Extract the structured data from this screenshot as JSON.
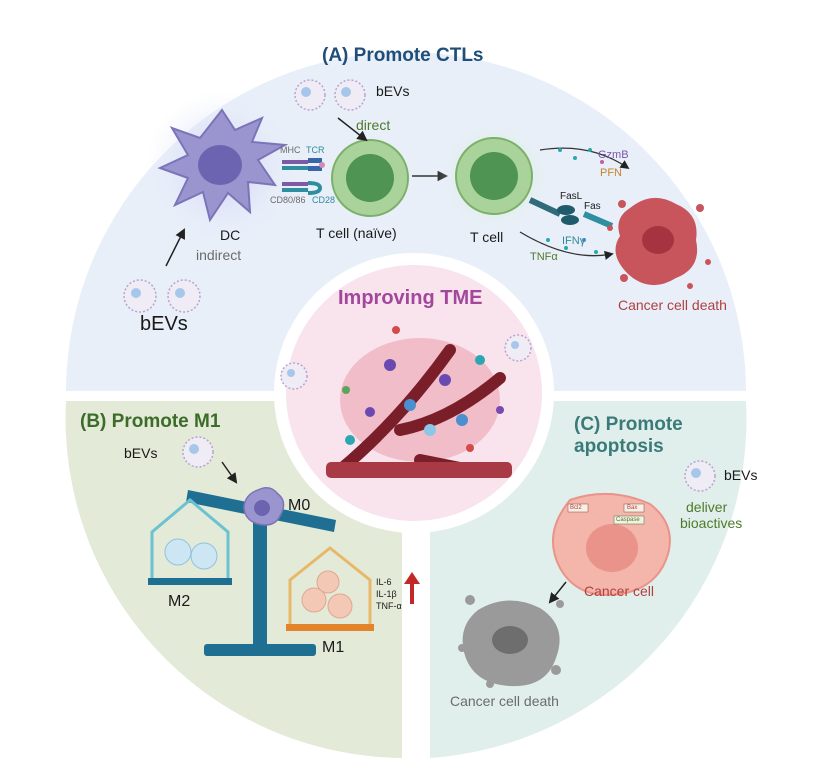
{
  "panel_a": {
    "title": "(A) Promote CTLs",
    "bevs_top": "bEVs",
    "direct": "direct",
    "dc": "DC",
    "indirect": "indirect",
    "bevs_left": "bEVs",
    "mhc": "MHC",
    "tcr": "TCR",
    "cd80_86": "CD80/86",
    "cd28": "CD28",
    "t_cell_naive": "T cell (naïve)",
    "t_cell": "T cell",
    "gzmb": "GzmB",
    "pfn": "PFN",
    "fasl": "FasL",
    "fas": "Fas",
    "ifng": "IFNγ",
    "tnfa": "TNFα",
    "cancer_cell_death": "Cancer cell death"
  },
  "center": {
    "title": "Improving TME"
  },
  "panel_b": {
    "title": "(B) Promote M1",
    "bevs": "bEVs",
    "m0": "M0",
    "m2": "M2",
    "m1": "M1",
    "il6": "IL-6",
    "il1b": "IL-1β",
    "tnfa": "TNF-α"
  },
  "panel_c": {
    "title": "(C) Promote apoptosis",
    "bevs": "bEVs",
    "deliver": "deliver",
    "bioactives": "bioactives",
    "bcl2": "Bcl2",
    "bax": "Bax",
    "caspase": "Caspase",
    "cancer_cell": "Cancer cell",
    "cancer_cell_death": "Cancer cell death"
  },
  "colors": {
    "panel_a_bg": "#e9eff9",
    "panel_b_bg": "#e3ead8",
    "panel_c_bg": "#e1efec",
    "center_bg": "#f9e4ee",
    "t_cell_fill": "#a9d39a",
    "dc_fill": "#9b95cf",
    "cancer_fill": "#c8555c",
    "scale_blue": "#1f6f92"
  }
}
